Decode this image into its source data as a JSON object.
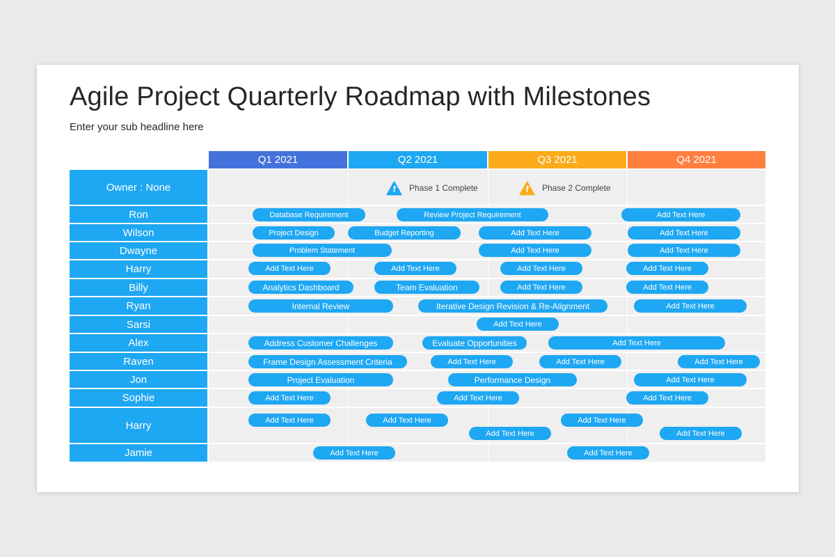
{
  "title": "Agile Project Quarterly Roadmap with Milestones",
  "subtitle": "Enter your sub headline here",
  "quarters": [
    {
      "label": "Q1 2021",
      "color": "#4472dc"
    },
    {
      "label": "Q2 2021",
      "color": "#1ea7f2"
    },
    {
      "label": "Q3 2021",
      "color": "#fbab1c"
    },
    {
      "label": "Q4 2021",
      "color": "#ff7f3f"
    }
  ],
  "colors": {
    "row_label": "#1ea7f2",
    "task": "#1ea7f2",
    "grid": "#efefef"
  },
  "owner_label": "Owner : None",
  "milestones": [
    {
      "label": "Phase 1 Complete",
      "icon": "milestone-flag-blue-icon",
      "color": "#1ea7f2"
    },
    {
      "label": "Phase 2 Complete",
      "icon": "milestone-flag-orange-icon",
      "color": "#fbab1c"
    }
  ],
  "rows": [
    {
      "owner": "Ron",
      "tasks": [
        "Database Requirement",
        "Review Project Requirement",
        "Add Text Here"
      ]
    },
    {
      "owner": "Wilson",
      "tasks": [
        "Project Design",
        "Budget Reporting",
        "Add Text Here",
        "Add Text Here"
      ]
    },
    {
      "owner": "Dwayne",
      "tasks": [
        "Problem Statement",
        "Add Text Here",
        "Add Text Here"
      ]
    },
    {
      "owner": "Harry",
      "tasks": [
        "Add Text Here",
        "Add Text Here",
        "Add Text Here",
        "Add Text Here"
      ]
    },
    {
      "owner": "Billy",
      "tasks": [
        "Analytics Dashboard",
        "Team Evaluation",
        "Add Text Here",
        "Add Text Here"
      ]
    },
    {
      "owner": "Ryan",
      "tasks": [
        "Internal Review",
        "Iterative Design Revision & Re-Alignment",
        "Add Text Here"
      ]
    },
    {
      "owner": "Sarsi",
      "tasks": [
        "Add Text Here"
      ]
    },
    {
      "owner": "Alex",
      "tasks": [
        "Address Customer Challenges",
        "Evaluate Opportunities",
        "Add Text Here"
      ]
    },
    {
      "owner": "Raven",
      "tasks": [
        "Frame Design Assessment Criteria",
        "Add Text Here",
        "Add Text Here",
        "Add Text Here"
      ]
    },
    {
      "owner": "Jon",
      "tasks": [
        "Project Evaluation",
        "Performance Design",
        "Add Text Here"
      ]
    },
    {
      "owner": "Sophie",
      "tasks": [
        "Add Text Here",
        "Add Text Here",
        "Add Text Here"
      ]
    },
    {
      "owner": "Harry",
      "tasks": [
        "Add Text Here",
        "Add Text Here",
        "Add Text Here",
        "Add Text Here",
        "Add Text Here"
      ]
    },
    {
      "owner": "Jamie",
      "tasks": [
        "Add Text Here",
        "Add Text Here"
      ]
    }
  ]
}
